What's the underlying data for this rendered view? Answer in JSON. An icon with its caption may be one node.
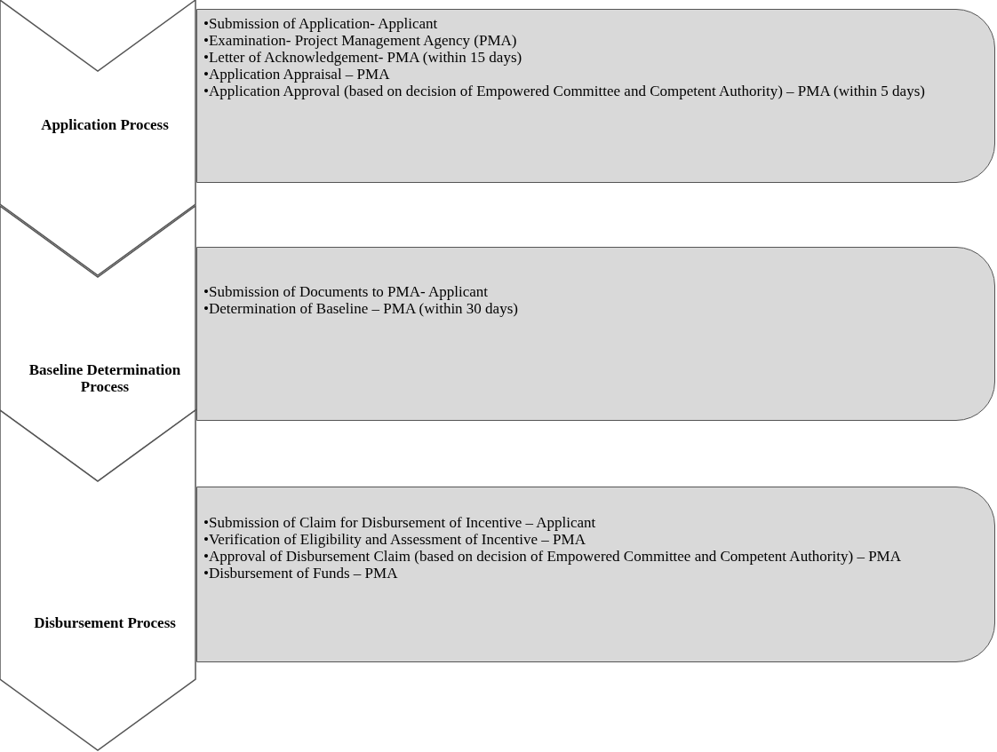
{
  "diagram": {
    "nodes": [
      {
        "text": [
          "Application Process"
        ]
      },
      {
        "text": [
          "•Submission of Application- Applicant",
          "•Examination- Project Management Agency (PMA)",
          "•Letter of Acknowledgement- PMA (within 15 days)",
          "•Application Appraisal – PMA",
          "•Application Approval (based on decision of Empowered Committee and Competent Authority) – PMA (within 5 days)"
        ]
      },
      {
        "text": [
          "Baseline Determination Process"
        ]
      },
      {
        "text": [
          "•Submission of Documents to PMA- Applicant",
          "•Determination of Baseline – PMA (within 30 days)"
        ]
      },
      {
        "text": [
          "Disbursement Process"
        ]
      },
      {
        "text": [
          "•Submission of Claim for Disbursement of Incentive – Applicant",
          "•Verification of Eligibility and Assessment of Incentive – PMA",
          "•Approval of Disbursement Claim (based on decision of Empowered Committee and Competent Authority) – PMA",
          "•Disbursement of Funds – PMA"
        ]
      }
    ]
  }
}
